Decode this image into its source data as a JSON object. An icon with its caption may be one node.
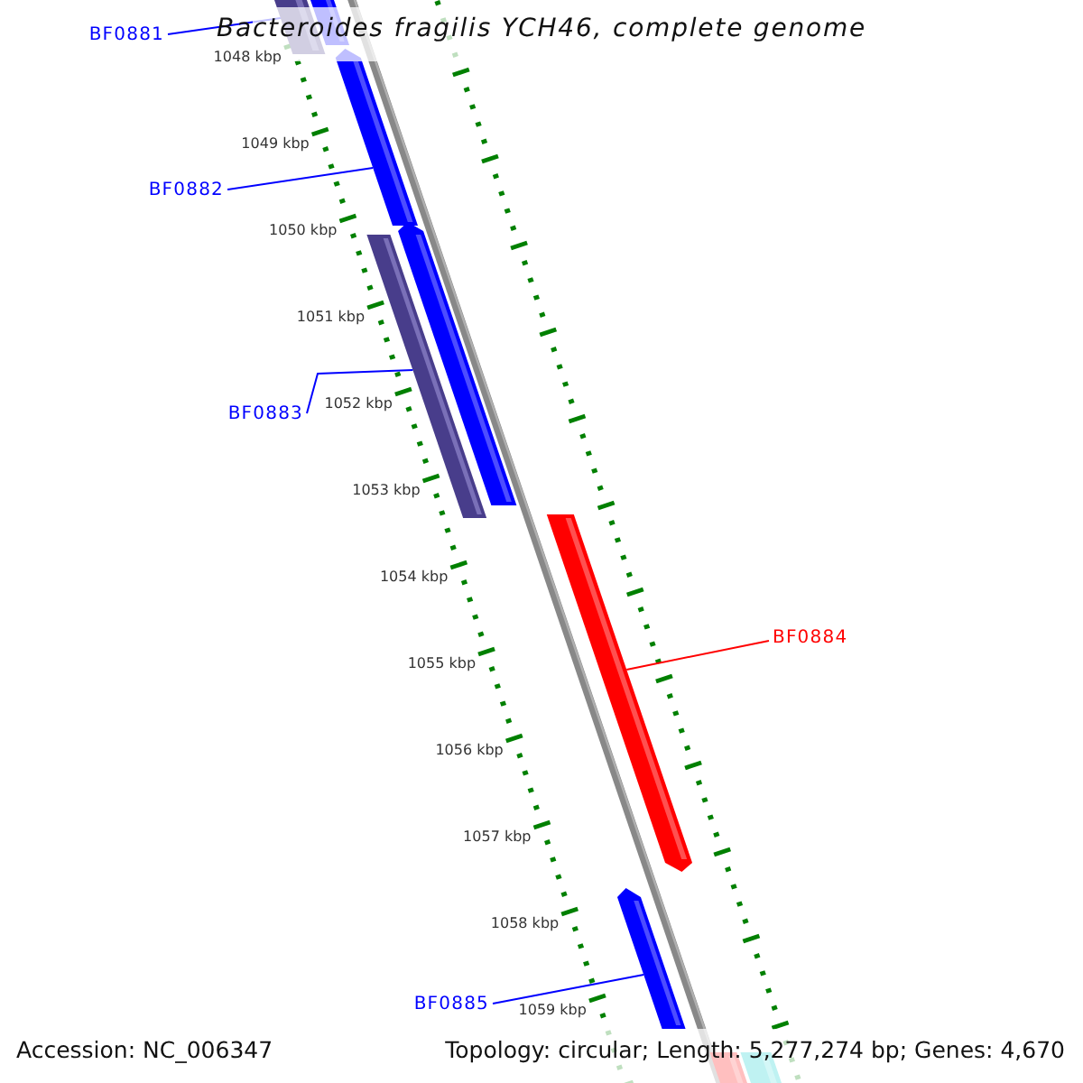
{
  "diagram": {
    "title": "Bacteroides fragilis YCH46, complete genome",
    "nodes": [
      {
        "text": [
          "BF0881"
        ]
      },
      {
        "text": [
          "BF0882"
        ]
      },
      {
        "text": [
          "BF0883"
        ]
      },
      {
        "text": [
          "BF0884"
        ]
      },
      {
        "text": [
          "BF0885"
        ]
      },
      {
        "text": [],
        "shape": "bar"
      },
      {
        "text": [],
        "shape": "bar"
      },
      {
        "text": [],
        "shape": "bar"
      },
      {
        "text": [],
        "shape": "bar"
      },
      {
        "text": [],
        "shape": "bar"
      },
      {
        "text": [],
        "shape": "bar"
      },
      {
        "text": [],
        "shape": "bar"
      },
      {
        "text": [],
        "shape": "bar"
      },
      {
        "text": [],
        "shape": "bar"
      }
    ],
    "edges": [
      {
        "from": 0,
        "to": 5,
        "arrow": "none"
      },
      {
        "from": 1,
        "to": 7,
        "arrow": "none"
      },
      {
        "from": 2,
        "to": 8,
        "arrow": "none"
      },
      {
        "from": 3,
        "to": 10,
        "arrow": "none",
        "color": "#ff0000"
      },
      {
        "from": 4,
        "to": 11,
        "arrow": "none"
      }
    ],
    "labels": [
      "1048 kbp",
      "1049 kbp",
      "1050 kbp",
      "1051 kbp",
      "1052 kbp",
      "1053 kbp",
      "1054 kbp",
      "1055 kbp",
      "1056 kbp",
      "1057 kbp",
      "1058 kbp",
      "1059 kbp",
      "Accession: NC_006347",
      "Topology: circular; Length: 5,277,274 bp; Genes: 4,670"
    ]
  }
}
